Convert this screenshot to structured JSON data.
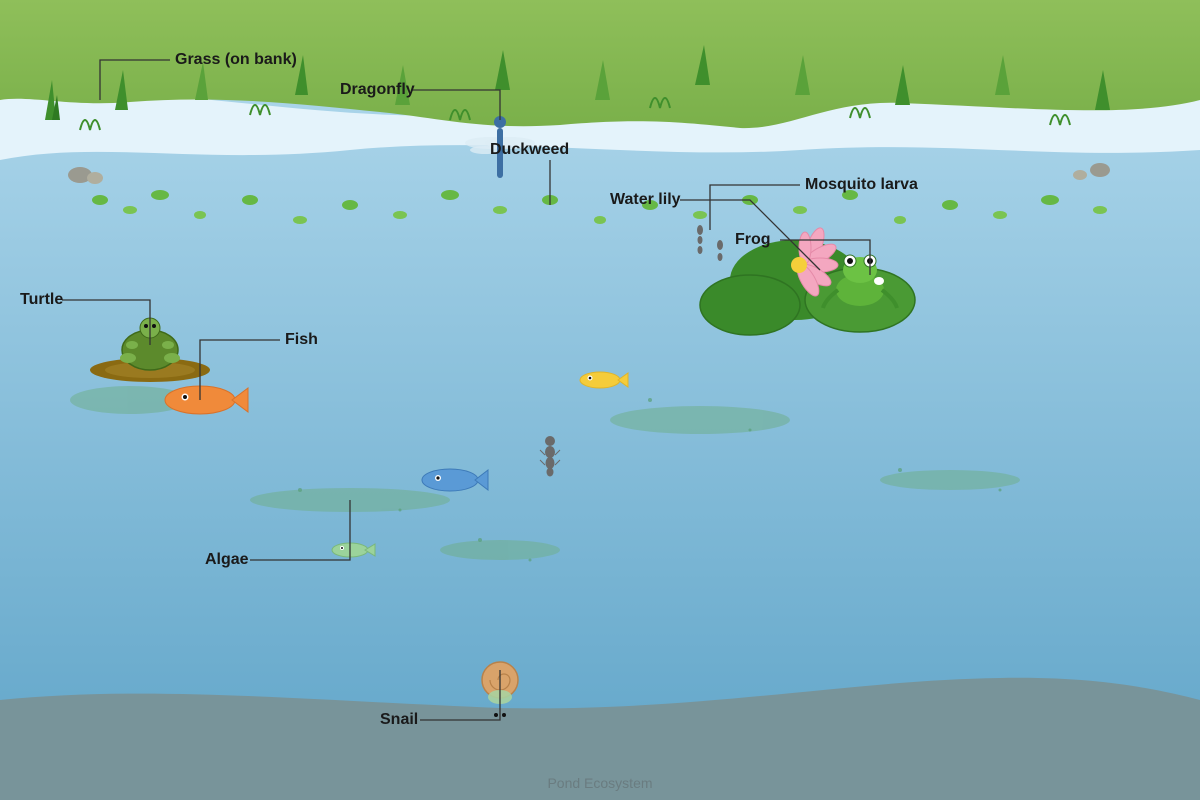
{
  "diagram": {
    "labels": {
      "grass": "Grass (on bank)",
      "dragonfly": "Dragonfly",
      "duckweed": "Duckweed",
      "water_lily": "Water lily",
      "mosquito_larva": "Mosquito larva",
      "frog": "Frog",
      "turtle": "Turtle",
      "fish": "Fish",
      "algae": "Algae",
      "snail": "Snail"
    },
    "caption": "Pond Ecosystem"
  },
  "colors": {
    "sky_bank": "#8fbf5a",
    "water_top": "#a7d3e8",
    "water_bottom": "#62a6c9",
    "mud": "#7a9197",
    "lily_pad": "#3f8f2c",
    "lily_flower": "#f4a7c0",
    "frog": "#5eb33a",
    "turtle_shell": "#5c8a2c",
    "log": "#8a6a12",
    "fish_orange": "#f08a3a",
    "fish_yellow": "#f5cc3a",
    "fish_blue": "#5a9ad6",
    "fish_green": "#9bd39b",
    "snail_shell": "#d9a36a",
    "leader_line": "#333333"
  }
}
